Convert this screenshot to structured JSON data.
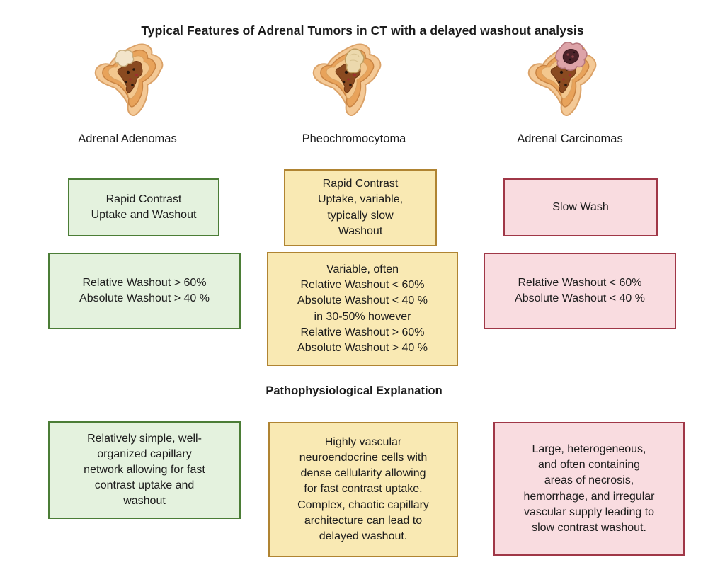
{
  "title": "Typical Features of Adrenal Tumors in CT with a delayed washout analysis",
  "pathophysiology_heading": "Pathophysiological Explanation",
  "colors": {
    "adenoma_fill": "#e4f2de",
    "adenoma_border": "#4b7d36",
    "pheochromocytoma_fill": "#f9e9b3",
    "pheochromocytoma_border": "#b08432",
    "carcinoma_fill": "#f9dce0",
    "carcinoma_border": "#a03747"
  },
  "columns": [
    {
      "label": "Adrenal Adenomas",
      "illustration": "adrenal-gland-with-adenoma-icon",
      "contrast_behavior": "Rapid Contrast\nUptake and Washout",
      "washout_values": "Relative Washout > 60%\nAbsolute Washout > 40 %",
      "pathophysiology": "Relatively simple, well-\norganized capillary\nnetwork allowing for fast\ncontrast uptake and\nwashout"
    },
    {
      "label": "Pheochromocytoma",
      "illustration": "adrenal-gland-with-pheochromocytoma-icon",
      "contrast_behavior": "Rapid Contrast\nUptake, variable,\ntypically slow\nWashout",
      "washout_values": "Variable, often\nRelative Washout < 60%\nAbsolute Washout < 40 %\nin 30-50% however\nRelative Washout > 60%\nAbsolute Washout > 40 %",
      "pathophysiology": "Highly vascular\nneuroendocrine cells with\ndense cellularity allowing\nfor fast contrast uptake.\nComplex, chaotic capillary\narchitecture can lead to\ndelayed washout."
    },
    {
      "label": "Adrenal Carcinomas",
      "illustration": "adrenal-gland-with-carcinoma-icon",
      "contrast_behavior": "Slow Wash",
      "washout_values": "Relative Washout < 60%\nAbsolute Washout < 40 %",
      "pathophysiology": "Large, heterogeneous,\nand often containing\nareas of necrosis,\nhemorrhage, and irregular\nvascular supply leading to\nslow contrast washout."
    }
  ]
}
